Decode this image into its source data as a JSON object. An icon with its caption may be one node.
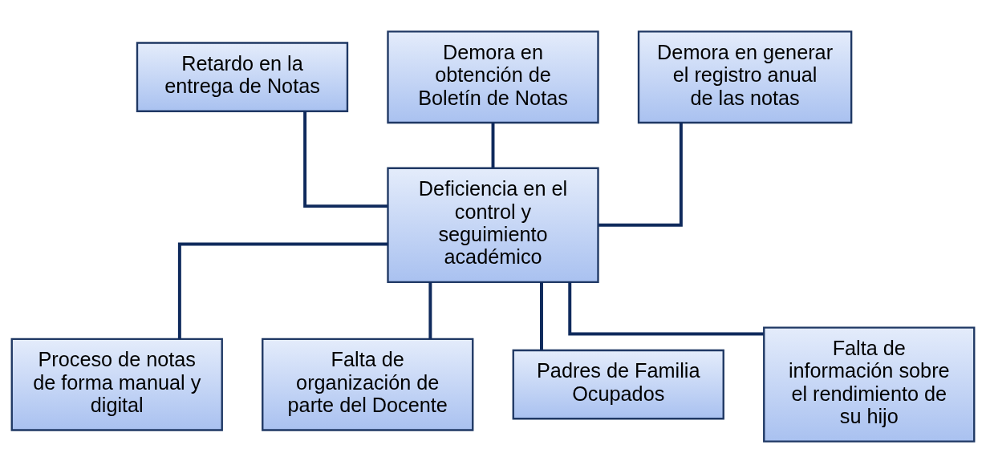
{
  "diagram": {
    "nodes": [
      {
        "text": [
          "Retardo en la entrega de Notas"
        ]
      },
      {
        "text": [
          "Demora en obtención de Boletín de Notas"
        ]
      },
      {
        "text": [
          "Demora en generar el registro anual de las notas"
        ]
      },
      {
        "text": [
          "Deficiencia en el control y seguimiento académico"
        ]
      },
      {
        "text": [
          "Proceso de notas de forma manual y digital"
        ]
      },
      {
        "text": [
          "Falta de organización de parte del Docente"
        ]
      },
      {
        "text": [
          "Padres de Familia Ocupados"
        ]
      },
      {
        "text": [
          "Falta de información sobre el rendimiento de su hijo"
        ]
      }
    ],
    "edges": [
      {
        "from": 0,
        "to": 3,
        "arrow": "none"
      },
      {
        "from": 1,
        "to": 3,
        "arrow": "none"
      },
      {
        "from": 2,
        "to": 3,
        "arrow": "none"
      },
      {
        "from": 3,
        "to": 4,
        "arrow": "none"
      },
      {
        "from": 3,
        "to": 5,
        "arrow": "none"
      },
      {
        "from": 3,
        "to": 6,
        "arrow": "none"
      },
      {
        "from": 3,
        "to": 7,
        "arrow": "none"
      }
    ]
  }
}
